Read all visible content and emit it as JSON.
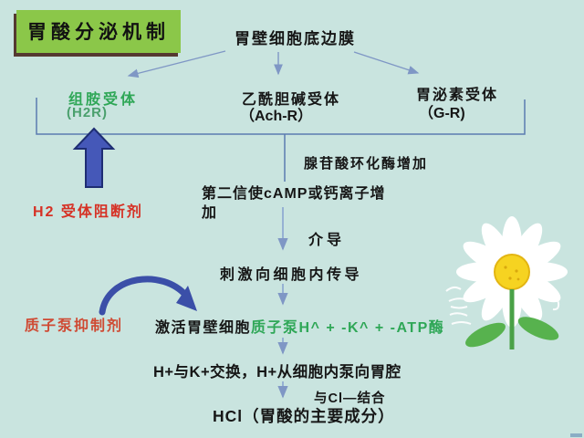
{
  "title": "胃酸分泌机制",
  "flow": {
    "membrane": "胃壁细胞底边膜",
    "receptors": {
      "histamine": {
        "name": "组胺受体",
        "code": "(H2R)"
      },
      "acetylcholine": {
        "name": "乙酰胆碱受体",
        "code": "（Ach-R）"
      },
      "gastrin": {
        "name": "胃泌素受体",
        "code": "（G-R)"
      }
    },
    "adenylate_cyclase": "腺苷酸环化酶增加",
    "second_messenger": "第二信使cAMP或钙离子增加",
    "mediation": "介导",
    "transduction": "刺激向细胞内传导",
    "activation_prefix": "激活胃壁细胞",
    "proton_pump": "质子泵H^ + -K^ + -ATP酶",
    "exchange": "H+与K+交换，H+从细胞内泵向胃腔",
    "chloride_binding": "与Cl—结合",
    "hcl_product": "HCl（胃酸的主要成分）"
  },
  "inhibitors": {
    "h2_blocker": "H2 受体阻断剂",
    "proton_pump_inhibitor": "质子泵抑制剂"
  },
  "decorations": {
    "flower_icon": "daisy-flower"
  },
  "colors": {
    "background": "#c9e4df",
    "title_background": "#8bc749",
    "green_text": "#2fa757",
    "red_text": "#d63125",
    "red_orange_text": "#cf4a33",
    "thick_arrow_blue": "#4558b8",
    "thin_arrow_blue": "#7f97c5",
    "bracket_line_blue": "#5b7bb0"
  }
}
